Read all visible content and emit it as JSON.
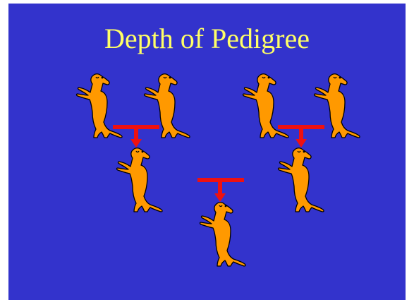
{
  "slide": {
    "title": "Depth of Pedigree",
    "background_color": "#3333cc",
    "title_color": "#ffff66",
    "connector_color": "#ee1111",
    "dog_fill_color": "#ff9900",
    "dog_outline_color": "#000000"
  },
  "pedigree": {
    "generations": 3,
    "dogs_per_generation": [
      4,
      2,
      1
    ],
    "icon": "standing-dog-icon"
  }
}
